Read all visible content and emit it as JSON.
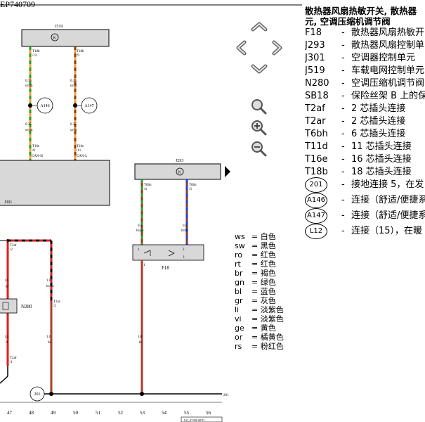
{
  "doc_id": "EP740709",
  "page_label": "9.0_07/09-9070",
  "nav_icons": [
    "arrow-up-icon",
    "arrow-left-icon",
    "arrow-right-icon",
    "arrow-down-icon",
    "magnifier-icon",
    "zoom-in-icon",
    "zoom-out-icon",
    "page-forward-icon"
  ],
  "legend": {
    "title_line1": "散热器风扇热敏开关, 散热器",
    "title_line2": "元, 空调压缩机调节阀",
    "items": [
      {
        "code": "F18",
        "dash": "-",
        "desc": "散热器风扇热敏开"
      },
      {
        "code": "J293",
        "dash": "-",
        "desc": "散热器风扇控制单"
      },
      {
        "code": "J301",
        "dash": "-",
        "desc": "空调器控制单元"
      },
      {
        "code": "J519",
        "dash": "-",
        "desc": "车载电网控制单元"
      },
      {
        "code": "N280",
        "dash": "-",
        "desc": "空调压缩机调节阀"
      },
      {
        "code": "SB18",
        "dash": "-",
        "desc": "保险丝架 B 上的保"
      },
      {
        "code": "T2af",
        "dash": "-",
        "desc": "2 芯插头连接"
      },
      {
        "code": "T2ar",
        "dash": "-",
        "desc": "2 芯插头连接"
      },
      {
        "code": "T6bh",
        "dash": "-",
        "desc": "6 芯插头连接"
      },
      {
        "code": "T11d",
        "dash": "-",
        "desc": "11 芯插头连接"
      },
      {
        "code": "T16e",
        "dash": "-",
        "desc": "16 芯插头连接"
      },
      {
        "code": "T18b",
        "dash": "-",
        "desc": "18 芯插头连接"
      }
    ],
    "circle_items": [
      {
        "code": "201",
        "dash": "-",
        "desc": "接地连接 5，在发"
      },
      {
        "code": "A146",
        "dash": "-",
        "desc": "连接（舒适/便捷系"
      },
      {
        "code": "A147",
        "dash": "-",
        "desc": "连接（舒适/便捷系"
      },
      {
        "code": "L12",
        "dash": "-",
        "desc": "连接（15），在暖"
      }
    ]
  },
  "wire_colors": [
    {
      "code": "ws",
      "eq": "=",
      "name": "白色"
    },
    {
      "code": "sw",
      "eq": "=",
      "name": "黑色"
    },
    {
      "code": "ro",
      "eq": "=",
      "name": "红色"
    },
    {
      "code": "rt",
      "eq": "=",
      "name": "红色"
    },
    {
      "code": "br",
      "eq": "=",
      "name": "褐色"
    },
    {
      "code": "gn",
      "eq": "=",
      "name": "绿色"
    },
    {
      "code": "bl",
      "eq": "=",
      "name": "蓝色"
    },
    {
      "code": "gr",
      "eq": "=",
      "name": "灰色"
    },
    {
      "code": "li",
      "eq": "=",
      "name": "淡紫色"
    },
    {
      "code": "vi",
      "eq": "=",
      "name": "淡紫色"
    },
    {
      "code": "ge",
      "eq": "=",
      "name": "黄色"
    },
    {
      "code": "or",
      "eq": "=",
      "name": "橘黄色"
    },
    {
      "code": "rs",
      "eq": "=",
      "name": "粉红色"
    }
  ],
  "components": {
    "j519": "J519",
    "j301": "J301",
    "j293": "J293",
    "n280": "N280",
    "f18": "F18",
    "ground": "201",
    "a146": "A146",
    "a147": "A147",
    "ground_end": "201"
  },
  "wire_labels": {
    "t18b_12": "T18b",
    "t18b_12_pin": "/12",
    "t18b_9": "T18b",
    "t18b_9_pin": "/9",
    "w1_size": "0.35",
    "w1_color": "or/gn",
    "w2_size": "0.35",
    "w2_color": "or/br",
    "w3_size": "0.35",
    "w3_color": "or/gn",
    "w4_size": "0.35",
    "w4_color": "or/br",
    "t16e_8": "T16e",
    "t16e_8_pin": "/8",
    "can_h": "CAN-H",
    "t16e_11": "T16e",
    "t16e_11_pin": "/11",
    "can_l": "CAN-L",
    "t6bh_4": "T6bh",
    "t6bh_4_pin": "/4",
    "t6bh_3": "T6bh",
    "t6bh_3_pin": "/3",
    "w5_size": "0.5",
    "w5_color": "br/gn",
    "w6_size": "0.5",
    "w6_color": "br/bl",
    "f18_pin1": "1",
    "f18_pin2": "2",
    "f18_pin3": "3",
    "t2af_2": "T2af",
    "t2af_2_pin": "/2",
    "w7_size": "1.0",
    "w7_color": "gr",
    "w8_size": "1.0",
    "w8_color": "br/sw",
    "t2ar_2": "T2ar",
    "t2ar_2_pin": "/2",
    "w9_size": "1.0",
    "w9_color": "rt",
    "w10_size": "1.0",
    "w10_color": "br",
    "w11_size": "1.0",
    "w11_color": "br",
    "t2af_1": "T2af",
    "t2af_1_pin": "/1",
    "f18_pin_label": "1"
  },
  "ruler": [
    "47",
    "48",
    "49",
    "50",
    "51",
    "52",
    "53",
    "54",
    "55",
    "56"
  ]
}
